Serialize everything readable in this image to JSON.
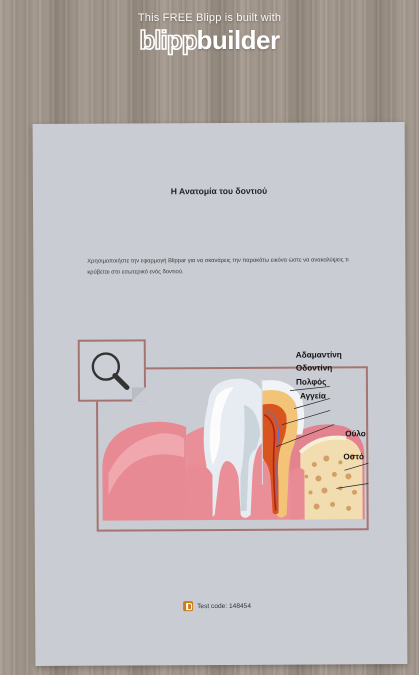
{
  "watermark": {
    "text": "This FREE Blipp is built with",
    "logo_part1": "blipp",
    "logo_part2": "builder"
  },
  "paper": {
    "title": "Η Ανατομία του δοντιού",
    "instructions": "Χρησιμοποιήστε την εφαρμογή Blippar για να σκανάρεις την παρακάτω εικόνα ώστε να ανακαλύψεις τι κρύβεται στο εσωτερικό ενός δοντιού.",
    "labels": {
      "enamel": "Αδαμαντίνη",
      "dentin": "Οδοντίνη",
      "pulp": "Πολφός",
      "vessels": "Αγγεία",
      "gum": "Ούλο",
      "bone": "Οστό"
    },
    "test_code": "Test code: 148454"
  },
  "colors": {
    "frame": "#a67470",
    "paper": "#c9ccd2",
    "gum": "#e78a94",
    "bone": "#f2ddb0",
    "pulp": "#d9551f",
    "accent": "#cd7a17"
  },
  "icons": {
    "magnifier": "magnifier-icon",
    "badge": "blippbuilder-mini-logo"
  }
}
